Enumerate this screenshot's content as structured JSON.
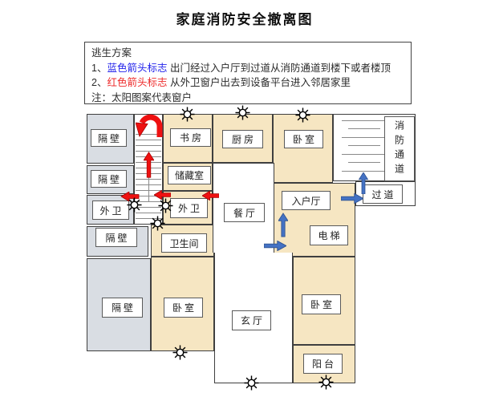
{
  "title": "家庭消防安全撤离图",
  "legend": {
    "heading": "逃生方案",
    "item1": {
      "num": "1、",
      "tag": "蓝色箭头标志",
      "text": " 出门经过入户厅到过道从消防通道到楼下或者楼顶"
    },
    "item2": {
      "num": "2、",
      "tag": "红色箭头标志",
      "text": " 从外卫窗户出去到设备平台进入邻居家里"
    },
    "note": "注：太阳图案代表窗户"
  },
  "rooms": {
    "neighbor1": "隔 壁",
    "neighbor2": "隔 壁",
    "outer_bath_left": "外 卫",
    "neighbor3": "隔 壁",
    "neighbor4": "隔 壁",
    "study": "书 房",
    "kitchen": "厨 房",
    "bedroom_top": "卧 室",
    "storage": "储藏室",
    "outer_bath_right": "外 卫",
    "bathroom": "卫生间",
    "dining": "餐 厅",
    "entry_hall": "入户厅",
    "elevator": "电 梯",
    "fire_corridor": "消防通道",
    "corridor": "过 道",
    "foyer": "玄 厅",
    "bedroom_left": "卧 室",
    "bedroom_right": "卧 室",
    "balcony": "阳 台"
  },
  "icons": {
    "window_marker": "☼"
  },
  "colors": {
    "room_tan": "#F6E6C2",
    "room_gray": "#D9DDE3",
    "wall": "#3F3F3F",
    "label_border": "#5A5A5A",
    "arrow_red": "#EE1111",
    "arrow_red_dark": "#A50000",
    "arrow_blue": "#4472C4",
    "arrow_blue_dark": "#2F528F",
    "legend_blue": "#2323EB",
    "legend_red": "#EE2C2C",
    "stair_line": "#8A8A8A",
    "text": "#2B2B2B"
  }
}
